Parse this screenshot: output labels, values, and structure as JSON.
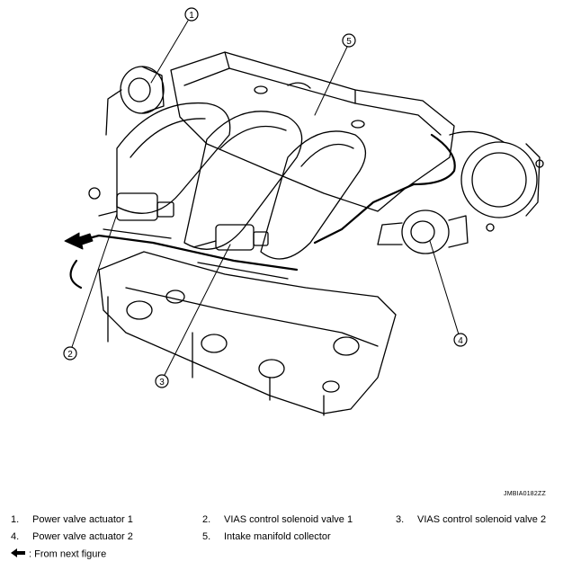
{
  "callouts": [
    {
      "num": "1",
      "label": "Power valve actuator 1"
    },
    {
      "num": "2",
      "label": "VIAS control solenoid valve 1"
    },
    {
      "num": "3",
      "label": "VIAS control solenoid valve 2"
    },
    {
      "num": "4",
      "label": "Power valve actuator 2"
    },
    {
      "num": "5",
      "label": "Intake manifold collector"
    }
  ],
  "figure_id": "JMBIA0182ZZ",
  "arrow_note": ": From next figure",
  "colors": {
    "line": "#000000",
    "background": "#ffffff"
  }
}
